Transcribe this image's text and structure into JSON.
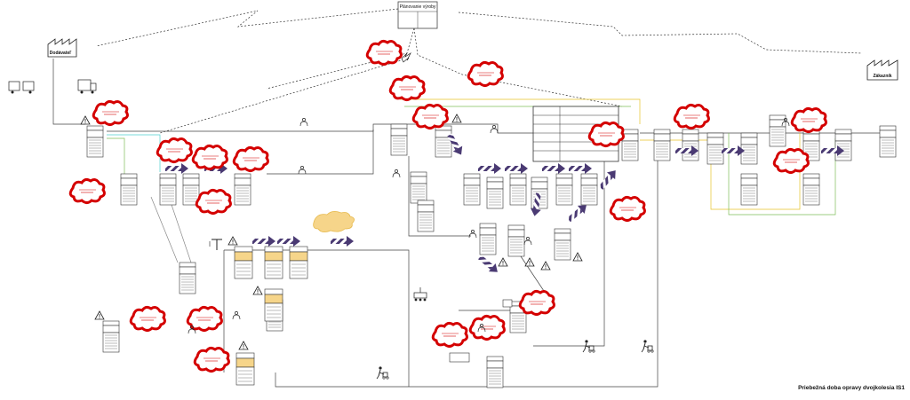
{
  "diagram": {
    "supplier_label": "Dodávateľ",
    "customer_label": "Zákazník",
    "control_label": "Plánovanie výroby",
    "caption": "Priebežná doba opravy dvojkolesia IS1"
  },
  "colors": {
    "kaizen_burst": "#d40000",
    "inventory_push": "#4a3a73",
    "highlight_box": "#f6d58a",
    "line": "#444444",
    "info_line_cyan": "#4dd0d0",
    "info_line_green": "#7fbf5a",
    "info_line_yellow": "#e6c229"
  },
  "icons": [
    "factory-icon",
    "truck-icon",
    "warning-triangle-icon",
    "operator-icon",
    "forklift-icon",
    "crane-icon",
    "kaizen-burst-icon",
    "push-arrow-icon",
    "lightning-arrow-icon"
  ]
}
